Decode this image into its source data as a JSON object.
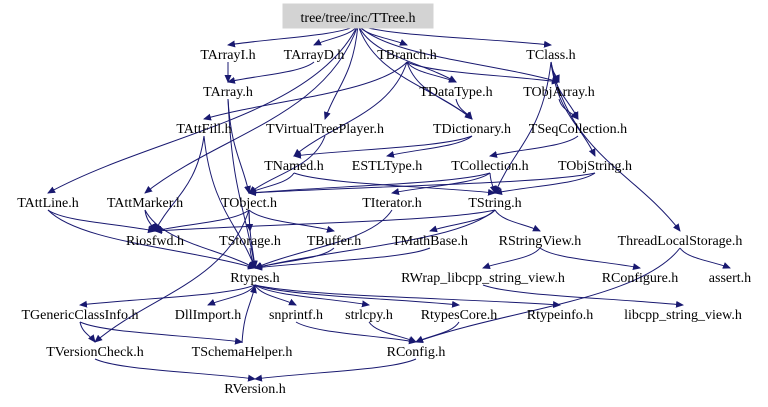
{
  "graph": {
    "root": "tree/tree/inc/TTree.h",
    "nodes": {
      "ttree": "tree/tree/inc/TTree.h",
      "tarrayi": "TArrayI.h",
      "tarrayd": "TArrayD.h",
      "tbranch": "TBranch.h",
      "tclass": "TClass.h",
      "tarray": "TArray.h",
      "tdatatype": "TDataType.h",
      "tobjarray": "TObjArray.h",
      "tattfill": "TAttFill.h",
      "tvirtualtreeplayer": "TVirtualTreePlayer.h",
      "tdictionary": "TDictionary.h",
      "tseqcollection": "TSeqCollection.h",
      "tnamed": "TNamed.h",
      "estltype": "ESTLType.h",
      "tcollection": "TCollection.h",
      "tobjstring": "TObjString.h",
      "tattline": "TAttLine.h",
      "tattmarker": "TAttMarker.h",
      "tobject": "TObject.h",
      "titerator": "TIterator.h",
      "tstring": "TString.h",
      "riosfwd": "Riosfwd.h",
      "tstorage": "TStorage.h",
      "tbuffer": "TBuffer.h",
      "tmathbase": "TMathBase.h",
      "rstringview": "RStringView.h",
      "threadlocalstorage": "ThreadLocalStorage.h",
      "rtypes": "Rtypes.h",
      "rwrap": "RWrap_libcpp_string_view.h",
      "rconfigure": "RConfigure.h",
      "assert": "assert.h",
      "tgenericclassinfo": "TGenericClassInfo.h",
      "dllimport": "DllImport.h",
      "snprintf": "snprintf.h",
      "strlcpy": "strlcpy.h",
      "rtypescore": "RtypesCore.h",
      "rtypeinfo": "Rtypeinfo.h",
      "libcpp_string_view": "libcpp_string_view.h",
      "tversioncheck": "TVersionCheck.h",
      "tschemahelper": "TSchemaHelper.h",
      "rconfig": "RConfig.h",
      "rversion": "RVersion.h"
    },
    "edges": [
      [
        "ttree",
        "tarrayi"
      ],
      [
        "ttree",
        "tarrayd"
      ],
      [
        "ttree",
        "tbranch"
      ],
      [
        "ttree",
        "tclass"
      ],
      [
        "ttree",
        "tdatatype"
      ],
      [
        "ttree",
        "tattline"
      ],
      [
        "ttree",
        "tattmarker"
      ],
      [
        "ttree",
        "tvirtualtreeplayer"
      ],
      [
        "ttree",
        "tdictionary"
      ],
      [
        "ttree",
        "tobjarray"
      ],
      [
        "tarrayi",
        "tarray"
      ],
      [
        "tarrayd",
        "tarray"
      ],
      [
        "tarray",
        "tobject"
      ],
      [
        "tarray",
        "rtypes"
      ],
      [
        "tbranch",
        "tdatatype"
      ],
      [
        "tbranch",
        "tobjarray"
      ],
      [
        "tbranch",
        "tattfill"
      ],
      [
        "tbranch",
        "tnamed"
      ],
      [
        "tbranch",
        "tdictionary"
      ],
      [
        "tclass",
        "tobjarray"
      ],
      [
        "tclass",
        "tseqcollection"
      ],
      [
        "tclass",
        "tstring"
      ],
      [
        "tclass",
        "threadlocalstorage"
      ],
      [
        "tclass",
        "tobjstring"
      ],
      [
        "tdatatype",
        "tdictionary"
      ],
      [
        "tobjarray",
        "tseqcollection"
      ],
      [
        "tattfill",
        "rtypes"
      ],
      [
        "tattfill",
        "riosfwd"
      ],
      [
        "tvirtualtreeplayer",
        "tobject"
      ],
      [
        "tdictionary",
        "estltype"
      ],
      [
        "tdictionary",
        "tnamed"
      ],
      [
        "tseqcollection",
        "tcollection"
      ],
      [
        "tnamed",
        "tobject"
      ],
      [
        "tnamed",
        "tstring"
      ],
      [
        "tcollection",
        "tobject"
      ],
      [
        "tcollection",
        "tstring"
      ],
      [
        "tcollection",
        "titerator"
      ],
      [
        "tobjstring",
        "tobject"
      ],
      [
        "tobjstring",
        "tstring"
      ],
      [
        "tattline",
        "riosfwd"
      ],
      [
        "tattline",
        "rtypes"
      ],
      [
        "tattmarker",
        "riosfwd"
      ],
      [
        "tattmarker",
        "rtypes"
      ],
      [
        "tobject",
        "tstorage"
      ],
      [
        "tobject",
        "tbuffer"
      ],
      [
        "tobject",
        "rtypes"
      ],
      [
        "tobject",
        "riosfwd"
      ],
      [
        "tobject",
        "tversioncheck"
      ],
      [
        "titerator",
        "rtypes"
      ],
      [
        "tstring",
        "rtypes"
      ],
      [
        "tstring",
        "tmathbase"
      ],
      [
        "tstring",
        "rstringview"
      ],
      [
        "tstring",
        "riosfwd"
      ],
      [
        "tstorage",
        "rtypes"
      ],
      [
        "tbuffer",
        "rtypes"
      ],
      [
        "tmathbase",
        "rtypes"
      ],
      [
        "rstringview",
        "rwrap"
      ],
      [
        "rstringview",
        "rconfigure"
      ],
      [
        "threadlocalstorage",
        "assert"
      ],
      [
        "threadlocalstorage",
        "rconfig"
      ],
      [
        "rtypes",
        "tgenericclassinfo"
      ],
      [
        "rtypes",
        "dllimport"
      ],
      [
        "rtypes",
        "snprintf"
      ],
      [
        "rtypes",
        "strlcpy"
      ],
      [
        "rtypes",
        "rtypescore"
      ],
      [
        "rtypes",
        "rtypeinfo"
      ],
      [
        "rwrap",
        "libcpp_string_view"
      ],
      [
        "tgenericclassinfo",
        "tversioncheck"
      ],
      [
        "tgenericclassinfo",
        "tschemahelper"
      ],
      [
        "tschemahelper",
        "rtypes"
      ],
      [
        "snprintf",
        "rconfig"
      ],
      [
        "strlcpy",
        "rconfig"
      ],
      [
        "rtypescore",
        "rconfig"
      ],
      [
        "tversioncheck",
        "rversion"
      ],
      [
        "rconfig",
        "rversion"
      ]
    ]
  },
  "colors": {
    "edge": "#191970",
    "root_fill": "#d3d3d3",
    "text": "#000000"
  }
}
